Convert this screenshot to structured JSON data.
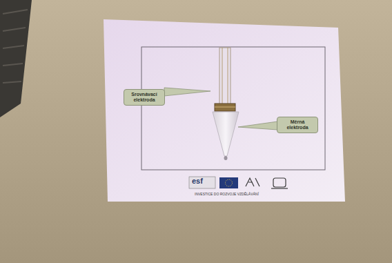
{
  "diagram": {
    "nodes": [
      {
        "text": [
          "Srovnávací elektroda"
        ]
      },
      {
        "text": [
          "Měrná elektroda"
        ]
      }
    ],
    "labels": [
      "esf",
      "INVESTICE DO ROZVOJE VZDĚLÁVÁNÍ"
    ]
  }
}
